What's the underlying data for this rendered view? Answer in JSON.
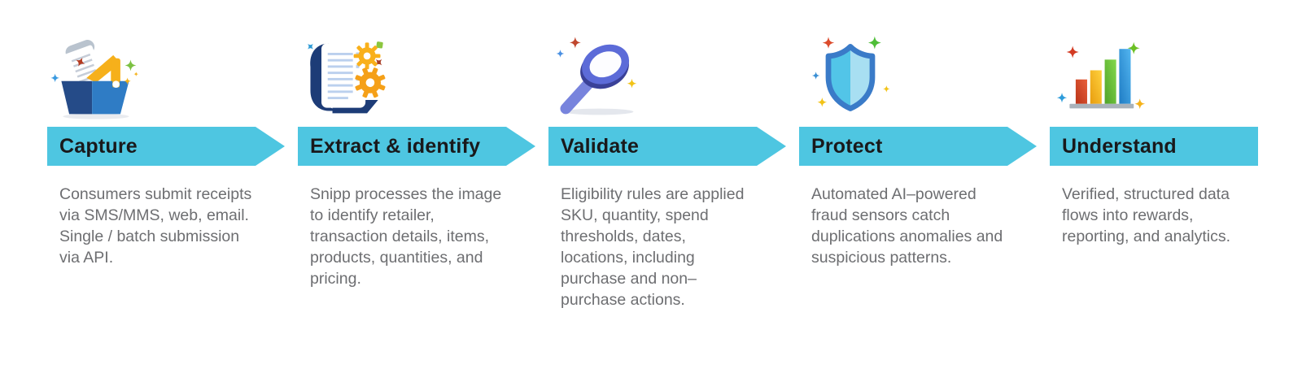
{
  "page": {
    "background_color": "#FFFFFF",
    "type": "process-flow-infographic"
  },
  "colors": {
    "banner_cyan": "#4EC6E1",
    "title_text": "#19191B",
    "body_text": "#6D6E71",
    "icon_navy": "#1D3C77",
    "icon_blue": "#2F7CC5",
    "icon_orange": "#F9A61B",
    "icon_indigo": "#5C6BD8",
    "icon_shield_blue": "#3A7BC8",
    "icon_shield_fill_left": "#52C5E8",
    "icon_shield_fill_right": "#A8DFF2",
    "spark_red": "#D0452B",
    "spark_green": "#6CC024",
    "spark_blue": "#3A9AE0",
    "spark_yellow": "#F5B21A"
  },
  "steps": [
    {
      "title": "Capture",
      "description": "Consumers submit receipts via SMS/MMS, web, email. Single / batch submission via API.",
      "icon": "basket-receipt-icon"
    },
    {
      "title": "Extract & identify",
      "description": "Snipp processes the image to identify retailer, transaction details, items, products, quantities, and pricing.",
      "icon": "receipt-gears-icon"
    },
    {
      "title": "Validate",
      "description": "Eligibility rules are applied SKU, quantity, spend thresholds, dates, locations, including purchase and non–purchase actions.",
      "icon": "magnifier-icon"
    },
    {
      "title": "Protect",
      "description": "Automated AI–powered fraud sensors catch duplications anomalies and suspicious patterns.",
      "icon": "shield-icon"
    },
    {
      "title": "Understand",
      "description": "Verified, structured data flows into rewards, reporting, and analytics.",
      "icon": "bar-chart-icon"
    }
  ]
}
